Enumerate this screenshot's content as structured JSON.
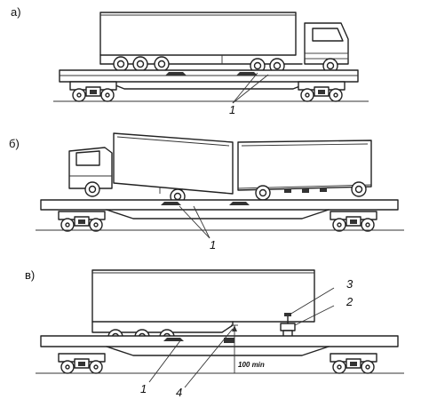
{
  "panels": [
    {
      "label": "а)",
      "callouts": [
        "1"
      ]
    },
    {
      "label": "б)",
      "callouts": [
        "1"
      ]
    },
    {
      "label": "в)",
      "callouts": [
        "1",
        "2",
        "3",
        "4"
      ],
      "dimension": "100 min"
    }
  ]
}
